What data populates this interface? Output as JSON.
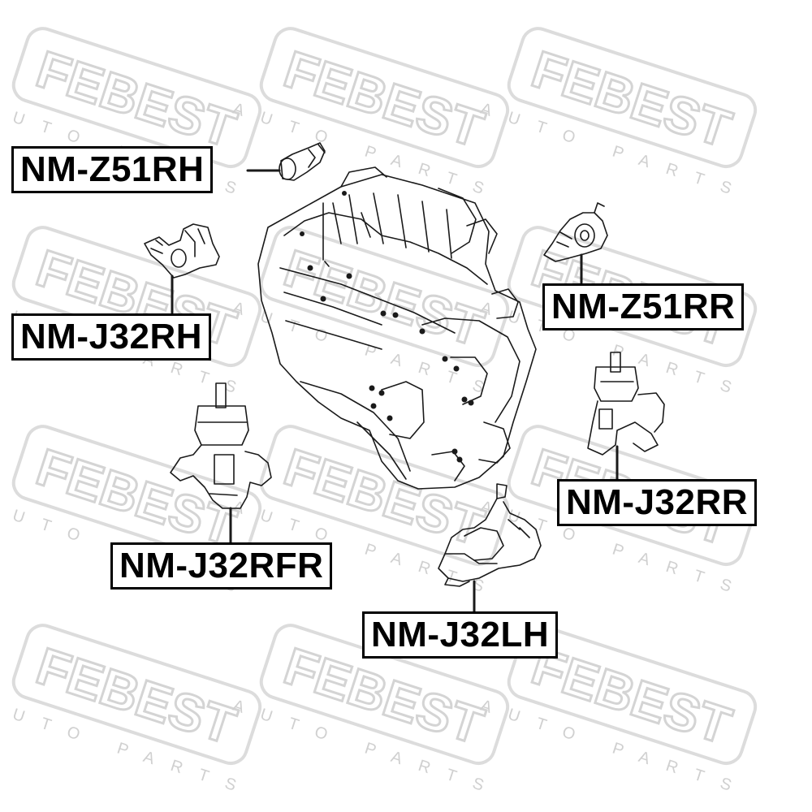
{
  "watermark": {
    "brand": "FEBEST",
    "tagline": "AUTO PARTS",
    "color": "#dcdcdc"
  },
  "parts": [
    {
      "id": "z51rh",
      "label": "NM-Z51RH"
    },
    {
      "id": "j32rh",
      "label": "NM-J32RH"
    },
    {
      "id": "z51rr",
      "label": "NM-Z51RR"
    },
    {
      "id": "j32rr",
      "label": "NM-J32RR"
    },
    {
      "id": "j32rfr",
      "label": "NM-J32RFR"
    },
    {
      "id": "j32lh",
      "label": "NM-J32LH"
    }
  ],
  "colors": {
    "line": "#000000",
    "drawing": "#1a1a1a",
    "background": "#ffffff"
  }
}
